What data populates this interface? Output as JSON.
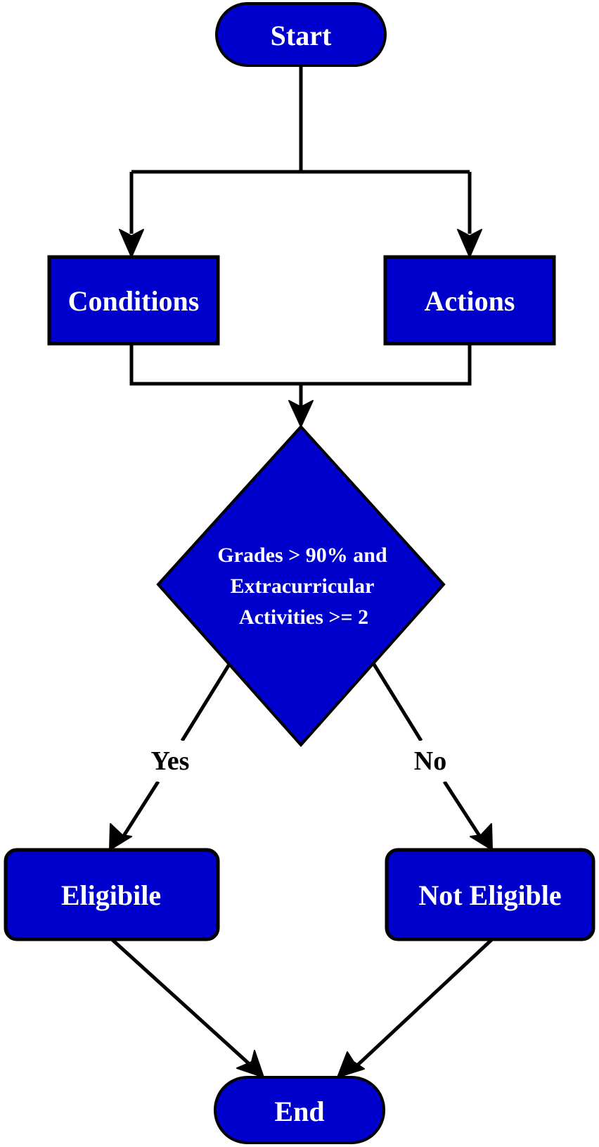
{
  "diagram": {
    "nodes": {
      "start": "Start",
      "conditions": "Conditions",
      "actions": "Actions",
      "decision": [
        "Grades > 90% and",
        "Extracurricular",
        " Activities >= 2"
      ],
      "eligible": "Eligibile",
      "not_eligible": "Not Eligible",
      "end": "End"
    },
    "edges": {
      "yes_label": "Yes",
      "no_label": "No"
    },
    "colors": {
      "node_fill": "#0000CC",
      "stroke": "#000000",
      "node_text": "#FFFFFF",
      "background": "#FFFFFF"
    }
  }
}
